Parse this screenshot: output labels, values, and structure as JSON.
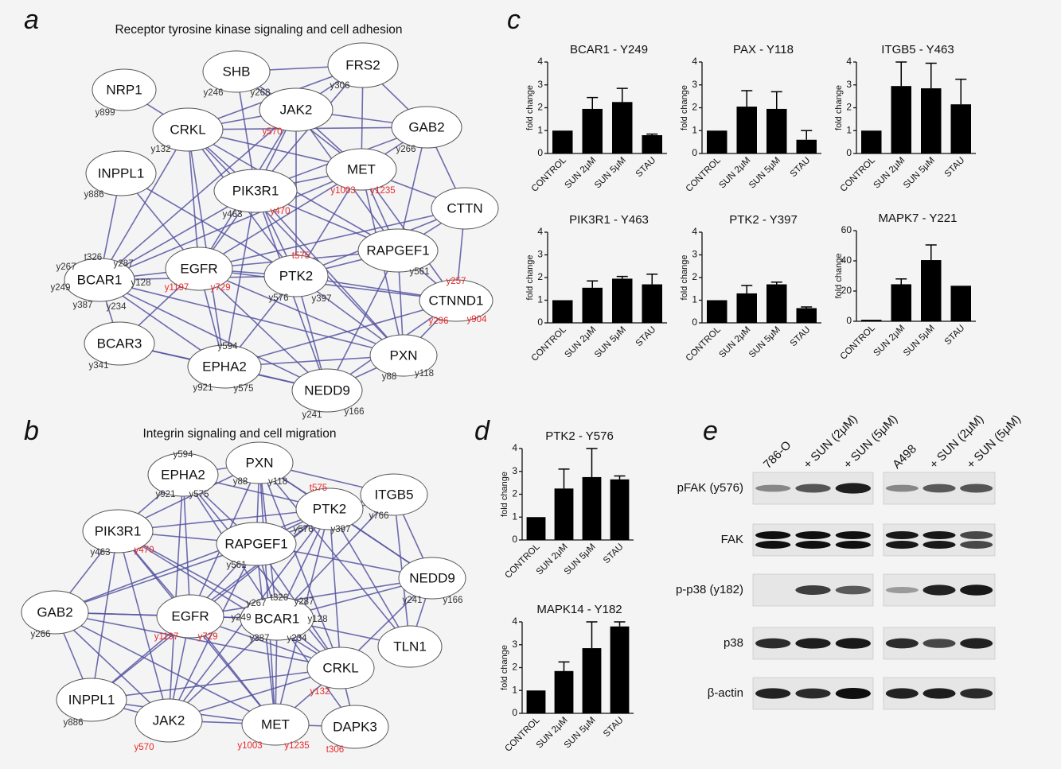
{
  "panels": {
    "a": {
      "letter": "a",
      "title": "Receptor tyrosine kinase signaling and cell adhesion",
      "nodes": [
        {
          "label": "SHB",
          "sites": [
            {
              "t": "y246",
              "red": false
            },
            {
              "t": "y268",
              "red": false
            }
          ]
        },
        {
          "label": "FRS2",
          "sites": [
            {
              "t": "y306",
              "red": false
            }
          ]
        },
        {
          "label": "NRP1",
          "sites": [
            {
              "t": "y899",
              "red": false
            }
          ]
        },
        {
          "label": "JAK2",
          "sites": [
            {
              "t": "y570",
              "red": true
            }
          ]
        },
        {
          "label": "GAB2",
          "sites": [
            {
              "t": "y266",
              "red": false
            }
          ]
        },
        {
          "label": "CRKL",
          "sites": [
            {
              "t": "y132",
              "red": false
            }
          ]
        },
        {
          "label": "MET",
          "sites": [
            {
              "t": "y1003",
              "red": true
            },
            {
              "t": "y1235",
              "red": true
            }
          ]
        },
        {
          "label": "INPPL1",
          "sites": [
            {
              "t": "y886",
              "red": false
            }
          ]
        },
        {
          "label": "PIK3R1",
          "sites": [
            {
              "t": "y463",
              "red": false
            },
            {
              "t": "y470",
              "red": true
            }
          ]
        },
        {
          "label": "CTTN",
          "sites": []
        },
        {
          "label": "RAPGEF1",
          "sites": [
            {
              "t": "y561",
              "red": false
            }
          ]
        },
        {
          "label": "EGFR",
          "sites": [
            {
              "t": "y1197",
              "red": true
            },
            {
              "t": "y729",
              "red": true
            }
          ]
        },
        {
          "label": "PTK2",
          "sites": [
            {
              "t": "t575",
              "red": true
            },
            {
              "t": "y576",
              "red": false
            },
            {
              "t": "y397",
              "red": false
            }
          ]
        },
        {
          "label": "BCAR1",
          "sites": [
            {
              "t": "t326",
              "red": false
            },
            {
              "t": "y287",
              "red": false
            },
            {
              "t": "y267",
              "red": false
            },
            {
              "t": "y128",
              "red": false
            },
            {
              "t": "y249",
              "red": false
            },
            {
              "t": "y387",
              "red": false
            },
            {
              "t": "y234",
              "red": false
            }
          ]
        },
        {
          "label": "CTNND1",
          "sites": [
            {
              "t": "y257",
              "red": true
            },
            {
              "t": "y296",
              "red": true
            },
            {
              "t": "y904",
              "red": true
            }
          ]
        },
        {
          "label": "BCAR3",
          "sites": [
            {
              "t": "y341",
              "red": false
            }
          ]
        },
        {
          "label": "EPHA2",
          "sites": [
            {
              "t": "y594",
              "red": false
            },
            {
              "t": "y921",
              "red": false
            },
            {
              "t": "y575",
              "red": false
            }
          ]
        },
        {
          "label": "PXN",
          "sites": [
            {
              "t": "y88",
              "red": false
            },
            {
              "t": "y118",
              "red": false
            }
          ]
        },
        {
          "label": "NEDD9",
          "sites": [
            {
              "t": "y241",
              "red": false
            },
            {
              "t": "y166",
              "red": false
            }
          ]
        }
      ]
    },
    "b": {
      "letter": "b",
      "title": "Integrin signaling and cell migration",
      "nodes": [
        {
          "label": "PXN",
          "sites": [
            {
              "t": "y88",
              "red": false
            },
            {
              "t": "y118",
              "red": false
            }
          ]
        },
        {
          "label": "EPHA2",
          "sites": [
            {
              "t": "y594",
              "red": false
            },
            {
              "t": "y921",
              "red": false
            },
            {
              "t": "y575",
              "red": false
            }
          ]
        },
        {
          "label": "PTK2",
          "sites": [
            {
              "t": "t575",
              "red": true
            },
            {
              "t": "y576",
              "red": false
            },
            {
              "t": "y397",
              "red": false
            }
          ]
        },
        {
          "label": "ITGB5",
          "sites": [
            {
              "t": "y766",
              "red": false
            }
          ]
        },
        {
          "label": "PIK3R1",
          "sites": [
            {
              "t": "y463",
              "red": false
            },
            {
              "t": "y470",
              "red": true
            }
          ]
        },
        {
          "label": "RAPGEF1",
          "sites": [
            {
              "t": "y561",
              "red": false
            }
          ]
        },
        {
          "label": "NEDD9",
          "sites": [
            {
              "t": "y241",
              "red": false
            },
            {
              "t": "y166",
              "red": false
            }
          ]
        },
        {
          "label": "GAB2",
          "sites": [
            {
              "t": "y266",
              "red": false
            }
          ]
        },
        {
          "label": "EGFR",
          "sites": [
            {
              "t": "y1197",
              "red": true
            },
            {
              "t": "y729",
              "red": true
            }
          ]
        },
        {
          "label": "BCAR1",
          "sites": [
            {
              "t": "y267",
              "red": false
            },
            {
              "t": "t326",
              "red": false
            },
            {
              "t": "y287",
              "red": false
            },
            {
              "t": "y249",
              "red": false
            },
            {
              "t": "y128",
              "red": false
            },
            {
              "t": "y387",
              "red": false
            },
            {
              "t": "y234",
              "red": false
            }
          ]
        },
        {
          "label": "TLN1",
          "sites": []
        },
        {
          "label": "CRKL",
          "sites": [
            {
              "t": "y132",
              "red": true
            }
          ]
        },
        {
          "label": "INPPL1",
          "sites": [
            {
              "t": "y886",
              "red": false
            }
          ]
        },
        {
          "label": "JAK2",
          "sites": [
            {
              "t": "y570",
              "red": true
            }
          ]
        },
        {
          "label": "MET",
          "sites": [
            {
              "t": "y1003",
              "red": true
            },
            {
              "t": "y1235",
              "red": true
            }
          ]
        },
        {
          "label": "DAPK3",
          "sites": [
            {
              "t": "t306",
              "red": true
            }
          ]
        }
      ]
    },
    "c": {
      "letter": "c"
    },
    "d": {
      "letter": "d"
    },
    "e": {
      "letter": "e",
      "rows": [
        "pFAK (y576)",
        "FAK",
        "p-p38 (y182)",
        "p38",
        "β-actin"
      ],
      "lanes_left": [
        "786-O",
        "+ SUN (2μM)",
        "+ SUN (5μM)"
      ],
      "lanes_right": [
        "A498",
        "+ SUN (2μM)",
        "+ SUN (5μM)"
      ]
    }
  },
  "chart_data": [
    {
      "panel": "c",
      "type": "bar",
      "title": "BCAR1 - Y249",
      "ylabel": "fold change",
      "categories": [
        "CONTROL",
        "SUN 2μM",
        "SUN 5μM",
        "STAU"
      ],
      "values": [
        1.0,
        1.95,
        2.25,
        0.8
      ],
      "errors": [
        0,
        0.5,
        0.6,
        0.05
      ],
      "ylim": [
        0,
        4
      ],
      "yticks": [
        0,
        1,
        2,
        3,
        4
      ]
    },
    {
      "panel": "c",
      "type": "bar",
      "title": "PAX - Y118",
      "ylabel": "fold change",
      "categories": [
        "CONTROL",
        "SUN 2μM",
        "SUN 5μM",
        "STAU"
      ],
      "values": [
        1.0,
        2.05,
        1.95,
        0.6
      ],
      "errors": [
        0,
        0.7,
        0.75,
        0.4
      ],
      "ylim": [
        0,
        4
      ],
      "yticks": [
        0,
        1,
        2,
        3,
        4
      ]
    },
    {
      "panel": "c",
      "type": "bar",
      "title": "ITGB5 - Y463",
      "ylabel": "fold change",
      "categories": [
        "CONTROL",
        "SUN 2μM",
        "SUN 5μM",
        "STAU"
      ],
      "values": [
        1.0,
        2.95,
        2.85,
        2.15
      ],
      "errors": [
        0,
        1.05,
        1.1,
        1.1
      ],
      "ylim": [
        0,
        4
      ],
      "yticks": [
        0,
        1,
        2,
        3,
        4
      ]
    },
    {
      "panel": "c",
      "type": "bar",
      "title": "PIK3R1 - Y463",
      "ylabel": "fold change",
      "categories": [
        "CONTROL",
        "SUN 2μM",
        "SUN 5μM",
        "STAU"
      ],
      "values": [
        1.0,
        1.55,
        1.95,
        1.7
      ],
      "errors": [
        0,
        0.3,
        0.1,
        0.45
      ],
      "ylim": [
        0,
        4
      ],
      "yticks": [
        0,
        1,
        2,
        3,
        4
      ]
    },
    {
      "panel": "c",
      "type": "bar",
      "title": "PTK2 - Y397",
      "ylabel": "fold change",
      "categories": [
        "CONTROL",
        "SUN 2μM",
        "SUN 5μM",
        "STAU"
      ],
      "values": [
        1.0,
        1.3,
        1.7,
        0.65
      ],
      "errors": [
        0,
        0.35,
        0.1,
        0.05
      ],
      "ylim": [
        0,
        4
      ],
      "yticks": [
        0,
        1,
        2,
        3,
        4
      ]
    },
    {
      "panel": "c",
      "type": "bar",
      "title": "MAPK7 - Y221",
      "ylabel": "fold change",
      "categories": [
        "CONTROL",
        "SUN 2μM",
        "SUN 5μM",
        "STAU"
      ],
      "values": [
        1.0,
        24.5,
        40.5,
        23.5
      ],
      "errors": [
        0,
        3.5,
        10,
        0
      ],
      "ylim": [
        0,
        60
      ],
      "yticks": [
        0,
        20,
        40,
        60
      ]
    },
    {
      "panel": "d",
      "type": "bar",
      "title": "PTK2 - Y576",
      "ylabel": "fold change",
      "categories": [
        "CONTROL",
        "SUN 2μM",
        "SUN 5μM",
        "STAU"
      ],
      "values": [
        1.0,
        2.25,
        2.75,
        2.65
      ],
      "errors": [
        0,
        0.85,
        1.25,
        0.15
      ],
      "ylim": [
        0,
        4
      ],
      "yticks": [
        0,
        1,
        2,
        3,
        4
      ]
    },
    {
      "panel": "d",
      "type": "bar",
      "title": "MAPK14 - Y182",
      "ylabel": "fold change",
      "categories": [
        "CONTROL",
        "SUN 2μM",
        "SUN 5μM",
        "STAU"
      ],
      "values": [
        1.0,
        1.85,
        2.85,
        3.8
      ],
      "errors": [
        0,
        0.4,
        1.15,
        0.2
      ],
      "ylim": [
        0,
        4
      ],
      "yticks": [
        0,
        1,
        2,
        3,
        4
      ]
    }
  ]
}
